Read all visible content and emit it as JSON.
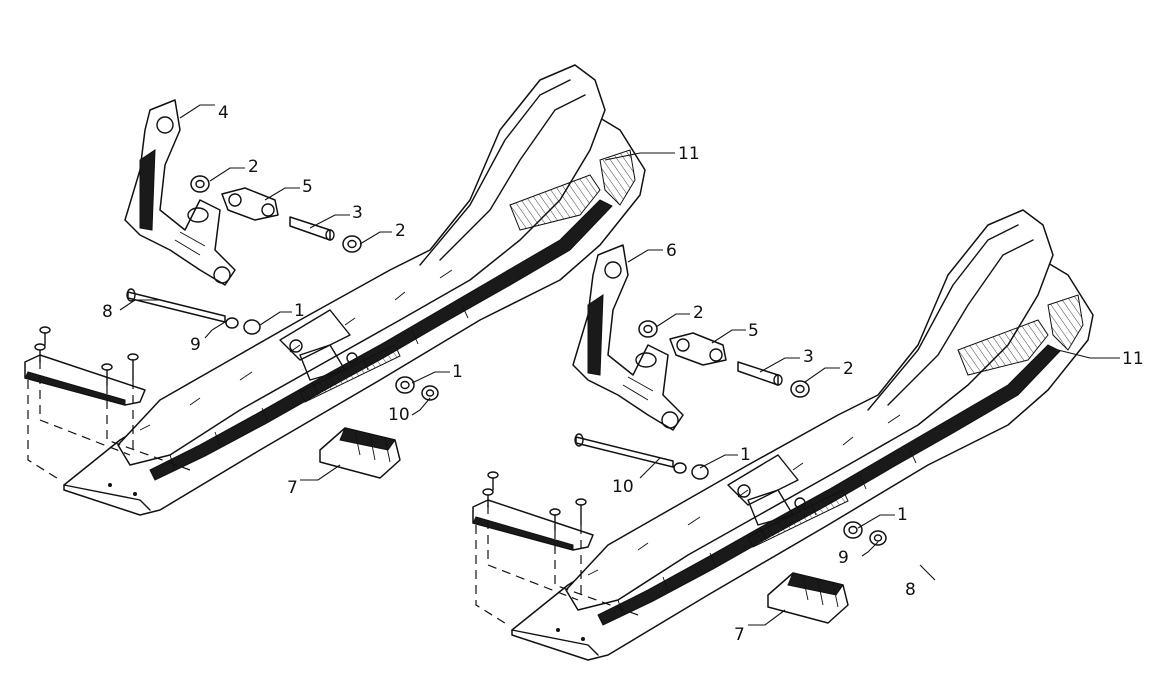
{
  "labels": {
    "c1": "4",
    "c2": "2",
    "c3": "5",
    "c4": "3",
    "c5": "2",
    "c6": "11",
    "c7": "8",
    "c8": "1",
    "c9": "9",
    "c10": "1",
    "c11": "10",
    "c12": "7",
    "c13": "6",
    "c14": "2",
    "c15": "5",
    "c16": "3",
    "c17": "2",
    "c18": "11",
    "c19": "1",
    "c20": "10",
    "c21": "1",
    "c22": "9",
    "c23": "8",
    "c24": "7"
  }
}
